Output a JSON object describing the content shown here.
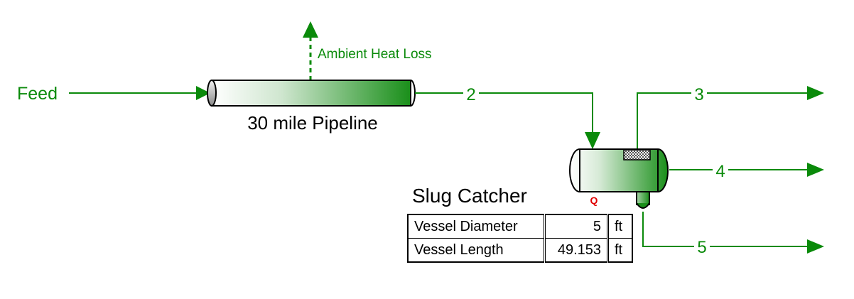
{
  "streams": {
    "feed": "Feed",
    "s2": "2",
    "s3": "3",
    "s4": "4",
    "s5": "5",
    "ambient": "Ambient Heat Loss"
  },
  "units": {
    "pipeline": "30 mile Pipeline",
    "separator": "Slug Catcher",
    "separator_duty": "Q"
  },
  "spec_table": {
    "rows": [
      {
        "parameter": "Vessel Diameter",
        "value": "5",
        "unit": "ft"
      },
      {
        "parameter": "Vessel Length",
        "value": "49.153",
        "unit": "ft"
      }
    ]
  },
  "colors": {
    "stream": "#0a8a0a",
    "duty": "#e00000",
    "text": "#000000"
  }
}
